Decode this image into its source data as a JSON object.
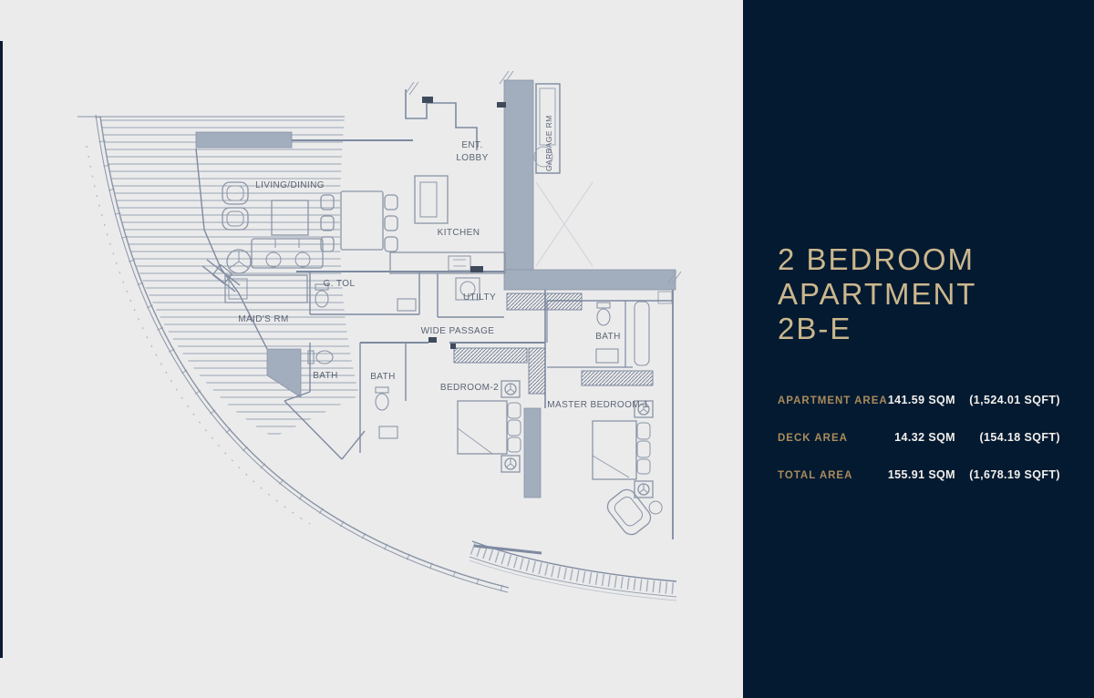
{
  "panel": {
    "title_lines": [
      "2 BEDROOM",
      "APARTMENT",
      "2B-E"
    ],
    "area_rows": [
      {
        "label": "APARTMENT AREA",
        "sqm": "141.59 SQM",
        "sqft": "(1,524.01 SQFT)"
      },
      {
        "label": "DECK AREA",
        "sqm": "14.32 SQM",
        "sqft": "(154.18 SQFT)"
      },
      {
        "label": "TOTAL AREA",
        "sqm": "155.91 SQM",
        "sqft": "(1,678.19 SQFT)"
      }
    ]
  },
  "floorplan": {
    "labels": {
      "living_dining": "LIVING/DINING",
      "ent_line1": "ENT.",
      "ent_line2": "LOBBY",
      "kitchen": "KITCHEN",
      "garbage_rm": "GARBAGE RM",
      "g_tol": "G. TOL",
      "maids_rm": "MAID'S RM",
      "utility": "UTILTY",
      "wide_passage": "WIDE PASSAGE",
      "bath_1": "BATH",
      "bath_2": "BATH",
      "bath_3": "BATH",
      "bedroom_2": "BEDROOM-2",
      "master_bedroom_1": "MASTER BEDROOM-1"
    }
  },
  "colors": {
    "canvas_bg": "#ebebec",
    "panel_bg": "#041a31",
    "title_gold": "#cbb78d",
    "label_gold": "#a98b5b",
    "value_white": "#f2f0ec",
    "wall_fill": "#a2adbe",
    "plan_line": "#7e8aa0",
    "plan_text": "#5a6372"
  }
}
